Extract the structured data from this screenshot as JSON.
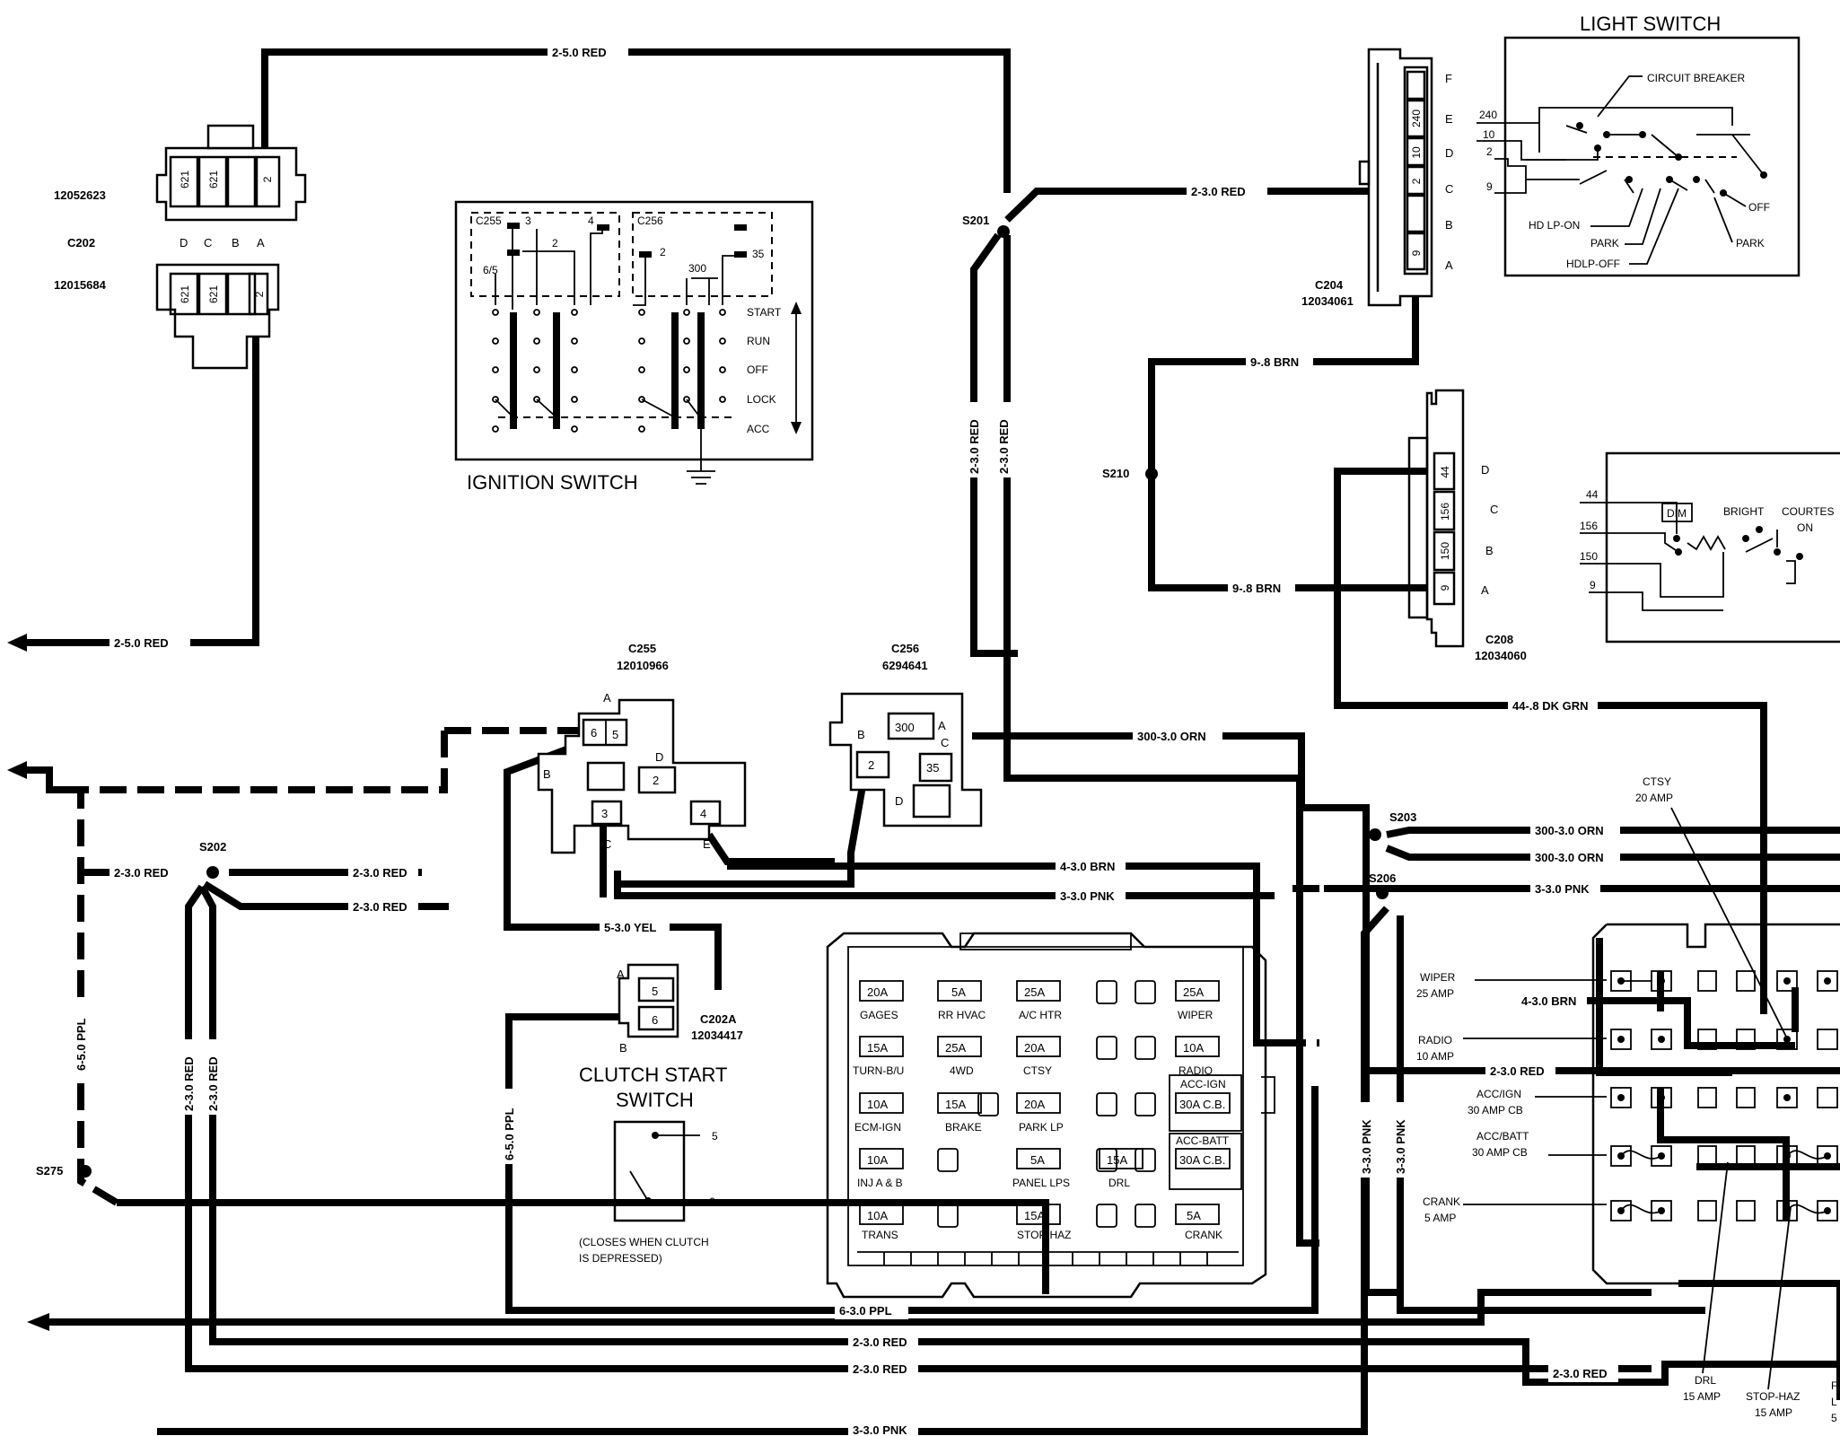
{
  "wire_labels": {
    "w_2_50_red_top": "2-5.0 RED",
    "w_2_50_red_left": "2-5.0 RED",
    "w_2_30_red_c204": "2-3.0 RED",
    "w_9_8_brn_top": "9-.8 BRN",
    "w_9_8_brn_bot": "9-.8 BRN",
    "w_44_dkgrn": "44-.8 DK GRN",
    "w_300_orn_mid": "300-3.0 ORN",
    "w_300_orn_r1": "300-3.0 ORN",
    "w_300_orn_r2": "300-3.0 ORN",
    "w_4_brn_mid": "4-3.0 BRN",
    "w_3_pnk_mid": "3-3.0 PNK",
    "w_3_pnk_r": "3-3.0 PNK",
    "w_4_brn_r": "4-3.0 BRN",
    "w_2_red_r": "2-3.0 RED",
    "w_2_red_s202_l": "2-3.0 RED",
    "w_2_red_s202_r1": "2-3.0 RED",
    "w_2_red_s202_r2": "2-3.0 RED",
    "w_5_yel": "5-3.0 YEL",
    "w_6_ppl_vert": "6-5.0 PPL",
    "w_6_ppl_left": "6-5.0 PPL",
    "w_2_red_vert_a": "2-3.0 RED",
    "w_2_red_vert_b": "2-3.0 RED",
    "w_2_red_s201_a": "2-3.0 RED",
    "w_2_red_s201_b": "2-3.0 RED",
    "w_3_pnk_vert_a": "3-3.0 PNK",
    "w_3_pnk_vert_b": "3-3.0 PNK",
    "w_6_ppl_bottom": "6-3.0 PPL",
    "w_2_red_bot1": "2-3.0 RED",
    "w_2_red_bot2": "2-3.0 RED",
    "w_2_red_bot_r": "2-3.0 RED",
    "w_3_pnk_bottom": "3-3.0 PNK"
  },
  "splices": {
    "s201": "S201",
    "s202": "S202",
    "s203": "S203",
    "s206": "S206",
    "s210": "S210",
    "s275": "S275"
  },
  "c202": {
    "part_top": "12052623",
    "name": "C202",
    "part_bottom": "12015684",
    "pin_letters": [
      "D",
      "C",
      "B",
      "A"
    ],
    "pins": [
      "621",
      "621",
      "",
      "2"
    ]
  },
  "ignition": {
    "title": "IGNITION SWITCH",
    "c255_label": "C255",
    "c256_label": "C256",
    "pins": {
      "p3": "3",
      "p4": "4",
      "p2a": "2",
      "p65": "6/5",
      "p2b": "2",
      "p300": "300",
      "p35": "35"
    },
    "positions": [
      "START",
      "RUN",
      "OFF",
      "LOCK",
      "ACC"
    ]
  },
  "light_switch": {
    "title": "LIGHT SWITCH",
    "circuit_breaker": "CIRCUIT BREAKER",
    "wires": [
      "240",
      "10",
      "2",
      "9"
    ],
    "hd_lp_on": "HD LP-ON",
    "park1": "PARK",
    "hdlp_off": "HDLP-OFF",
    "off": "OFF",
    "park2": "PARK"
  },
  "c204": {
    "name": "C204",
    "part": "12034061",
    "pin_letters": [
      "F",
      "E",
      "D",
      "C",
      "B",
      "A"
    ],
    "pins": [
      "",
      "240",
      "10",
      "2",
      "",
      "9"
    ]
  },
  "c208": {
    "name": "C208",
    "part": "12034060",
    "pin_letters": [
      "D",
      "C",
      "B",
      "A"
    ],
    "pins": [
      "44",
      "156",
      "150",
      "9"
    ]
  },
  "dimmer": {
    "wires": [
      "44",
      "156",
      "150",
      "9"
    ],
    "dim": "DIM",
    "bright": "BRIGHT",
    "courtesy": "COURTES",
    "on": "ON"
  },
  "c255": {
    "name": "C255",
    "part": "12010966",
    "letters": {
      "a": "A",
      "b": "B",
      "c": "C",
      "d": "D",
      "e": "E"
    },
    "pins": {
      "p6": "6",
      "p5": "5",
      "p2": "2",
      "p3": "3",
      "p4": "4"
    }
  },
  "c256": {
    "name": "C256",
    "part": "6294641",
    "letters": {
      "a": "A",
      "b": "B",
      "c": "C",
      "d": "D"
    },
    "pins": {
      "p300": "300",
      "p2": "2",
      "p35": "35"
    }
  },
  "c202a": {
    "name": "C202A",
    "part": "12034417",
    "letters": {
      "a": "A",
      "b": "B"
    },
    "pins": {
      "p5": "5",
      "p6": "6"
    }
  },
  "clutch": {
    "title_line1": "CLUTCH START",
    "title_line2": "SWITCH",
    "pin5": "5",
    "pin6": "6",
    "note_line1": "(CLOSES WHEN CLUTCH",
    "note_line2": "IS DEPRESSED)"
  },
  "fuse_block": {
    "r1": [
      {
        "rating": "20A",
        "name": "GAGES"
      },
      {
        "rating": "5A",
        "name": "RR HVAC"
      },
      {
        "rating": "25A",
        "name": "A/C HTR"
      },
      {
        "rating": "25A",
        "name": "WIPER"
      }
    ],
    "r2": [
      {
        "rating": "15A",
        "name": "TURN-B/U"
      },
      {
        "rating": "25A",
        "name": "4WD"
      },
      {
        "rating": "20A",
        "name": "CTSY"
      },
      {
        "rating": "10A",
        "name": "RADIO"
      }
    ],
    "r3": [
      {
        "rating": "10A",
        "name": "ECM-IGN"
      },
      {
        "rating": "15A",
        "name": "BRAKE"
      },
      {
        "rating": "20A",
        "name": "PARK LP"
      }
    ],
    "r4": [
      {
        "rating": "10A",
        "name": "INJ A & B"
      },
      {
        "rating": "5A",
        "name": "PANEL LPS"
      },
      {
        "rating": "15A",
        "name": "DRL"
      }
    ],
    "r5": [
      {
        "rating": "10A",
        "name": "TRANS"
      },
      {
        "rating": "15A",
        "name": "STOP-HAZ"
      },
      {
        "rating": "5A",
        "name": "CRANK"
      }
    ],
    "acc_ign": "ACC-IGN",
    "acc_ign_cb": "30A C.B.",
    "acc_batt": "ACC-BATT",
    "acc_batt_cb": "30A C.B."
  },
  "right_callouts": {
    "ctsy_1": "CTSY",
    "ctsy_2": "20 AMP",
    "wiper_1": "WIPER",
    "wiper_2": "25 AMP",
    "radio_1": "RADIO",
    "radio_2": "10 AMP",
    "accign_1": "ACC/IGN",
    "accign_2": "30 AMP CB",
    "accbatt_1": "ACC/BATT",
    "accbatt_2": "30 AMP CB",
    "crank_1": "CRANK",
    "crank_2": "5 AMP",
    "drl_1": "DRL",
    "drl_2": "15 AMP",
    "stophaz_1": "STOP-HAZ",
    "stophaz_2": "15 AMP",
    "edge_f": "F",
    "edge_l": "L",
    "edge_5": "5"
  }
}
